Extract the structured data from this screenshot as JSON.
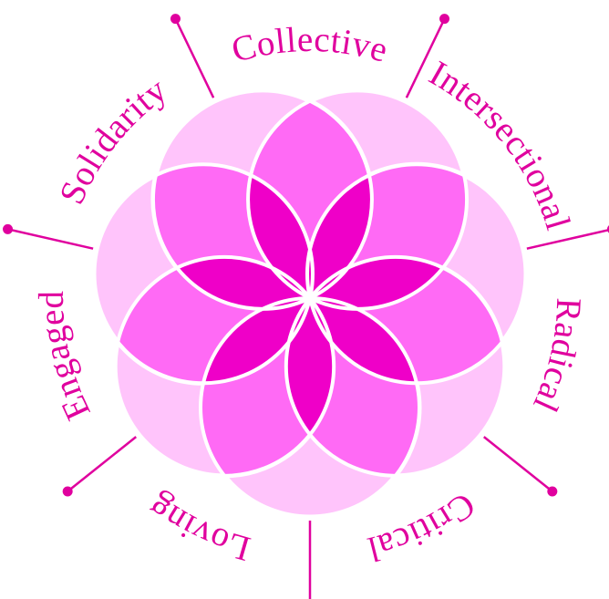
{
  "colors": {
    "light": "#ffc4fb",
    "medium": "#ff6af5",
    "dark": "#ef00c8",
    "ink": "#e0009e",
    "outline": "#ffffff"
  },
  "labels": [
    "Collective",
    "Intersectional",
    "Radical",
    "Critical",
    "Loving",
    "Engaged",
    "Solidarity"
  ]
}
